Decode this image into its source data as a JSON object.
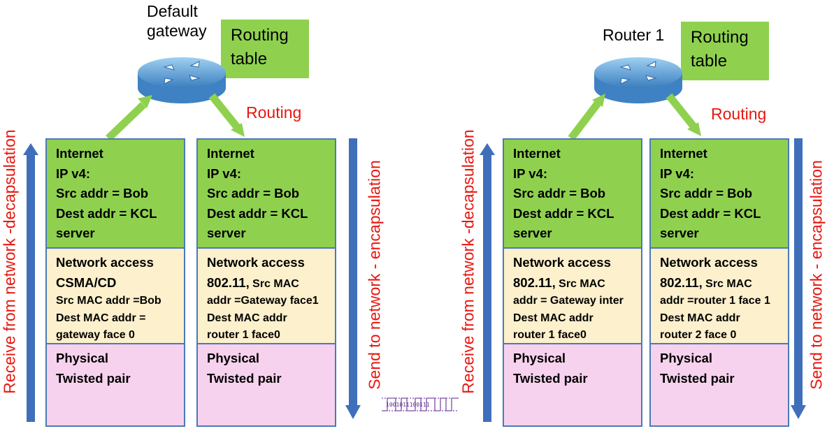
{
  "left_router": {
    "name": "Default\ngateway",
    "table": "Routing\ntable",
    "routing": "Routing"
  },
  "right_router": {
    "name": "Router 1",
    "table": "Routing\ntable",
    "routing": "Routing"
  },
  "side_labels": {
    "left_receive": "Receive from network -decapsulation",
    "left_send": "Send to network - encapsulation",
    "right_receive": "Receive from network -decapsulation",
    "right_send": "Send to network - encapsulation"
  },
  "stacks": [
    {
      "internet": [
        "Internet",
        "IP v4:",
        "Src addr = Bob",
        "Dest addr = KCL",
        "server"
      ],
      "network_access": {
        "title": "Network access",
        "line2": "CSMA/CD",
        "line2_small": "",
        "line3": "Src MAC addr =Bob",
        "line4": "Dest MAC addr =",
        "line5": "gateway face 0"
      },
      "physical": [
        "Physical",
        "Twisted pair"
      ]
    },
    {
      "internet": [
        "Internet",
        "IP v4:",
        "Src addr = Bob",
        "Dest addr = KCL",
        "server"
      ],
      "network_access": {
        "title": "Network access",
        "line2": "802.11,",
        "line2_small": " Src MAC",
        "line3": "addr =Gateway face1",
        "line4": "Dest MAC addr",
        "line5": "router 1  face0"
      },
      "physical": [
        "Physical",
        "Twisted pair"
      ]
    },
    {
      "internet": [
        "Internet",
        "IP v4:",
        "Src addr = Bob",
        "Dest addr = KCL",
        "server"
      ],
      "network_access": {
        "title": "Network access",
        "line2": "802.11,",
        "line2_small": " Src MAC",
        "line3": "addr = Gateway inter",
        "line4": "Dest MAC addr",
        "line5": "router 1  face0"
      },
      "physical": [
        "Physical",
        "Twisted pair"
      ]
    },
    {
      "internet": [
        "Internet",
        "IP v4:",
        "Src addr = Bob",
        "Dest addr = KCL",
        "server"
      ],
      "network_access": {
        "title": "Network access",
        "line2": "802.11,",
        "line2_small": " Src MAC",
        "line3": "addr =router 1 face 1",
        "line4": "Dest MAC addr",
        "line5": "router 2 face 0"
      },
      "physical": [
        "Physical",
        "Twisted pair"
      ]
    }
  ],
  "signal_bits": "1001011100111",
  "colors": {
    "green": "#8fd14f",
    "cream": "#fdf0cc",
    "pink": "#f7d2ee",
    "blue_border": "#4a7ab7",
    "red_text": "#e8170f",
    "blue_arrow": "#3f6fba",
    "router_blue": "#5ea3d8"
  }
}
